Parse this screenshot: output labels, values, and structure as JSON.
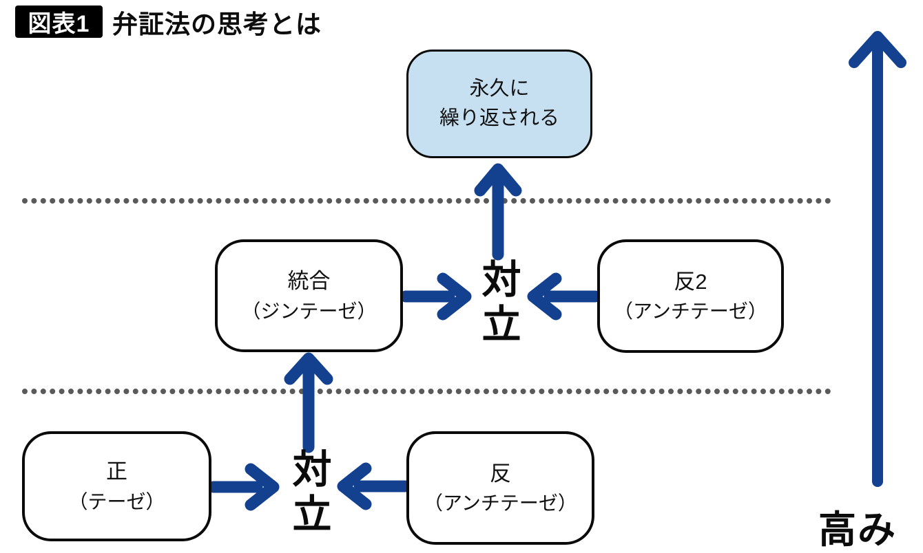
{
  "figure": {
    "badge": "図表1",
    "title": "弁証法の思考とは"
  },
  "colors": {
    "arrow_blue": "#13418F",
    "highlight_box_fill": "#C7E0F1",
    "box_fill": "#FFFFFF",
    "box_border": "#0A0A0A",
    "dotted_line": "#5A5A5A",
    "text": "#111111"
  },
  "boxes": {
    "eternal": {
      "line1": "永久に",
      "line2": "繰り返される"
    },
    "synthesis": {
      "line1": "統合",
      "line2": "（ジンテーゼ）"
    },
    "antithesis2": {
      "line1": "反2",
      "line2": "（アンチテーゼ）"
    },
    "thesis": {
      "line1": "正",
      "line2": "（テーゼ）"
    },
    "antithesis1": {
      "line1": "反",
      "line2": "（アンチテーゼ）"
    }
  },
  "labels": {
    "conflict_upper": "対立",
    "conflict_lower": "対立",
    "height": "高み"
  }
}
